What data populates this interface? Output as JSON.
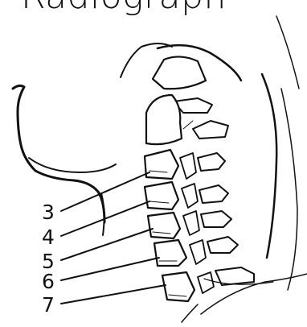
{
  "title": "Radiograph",
  "labels": [
    "3",
    "4",
    "5",
    "6",
    "7"
  ],
  "colors": {
    "ink": "#111111",
    "bone_fill": "#ffffff",
    "background": "#ffffff"
  }
}
